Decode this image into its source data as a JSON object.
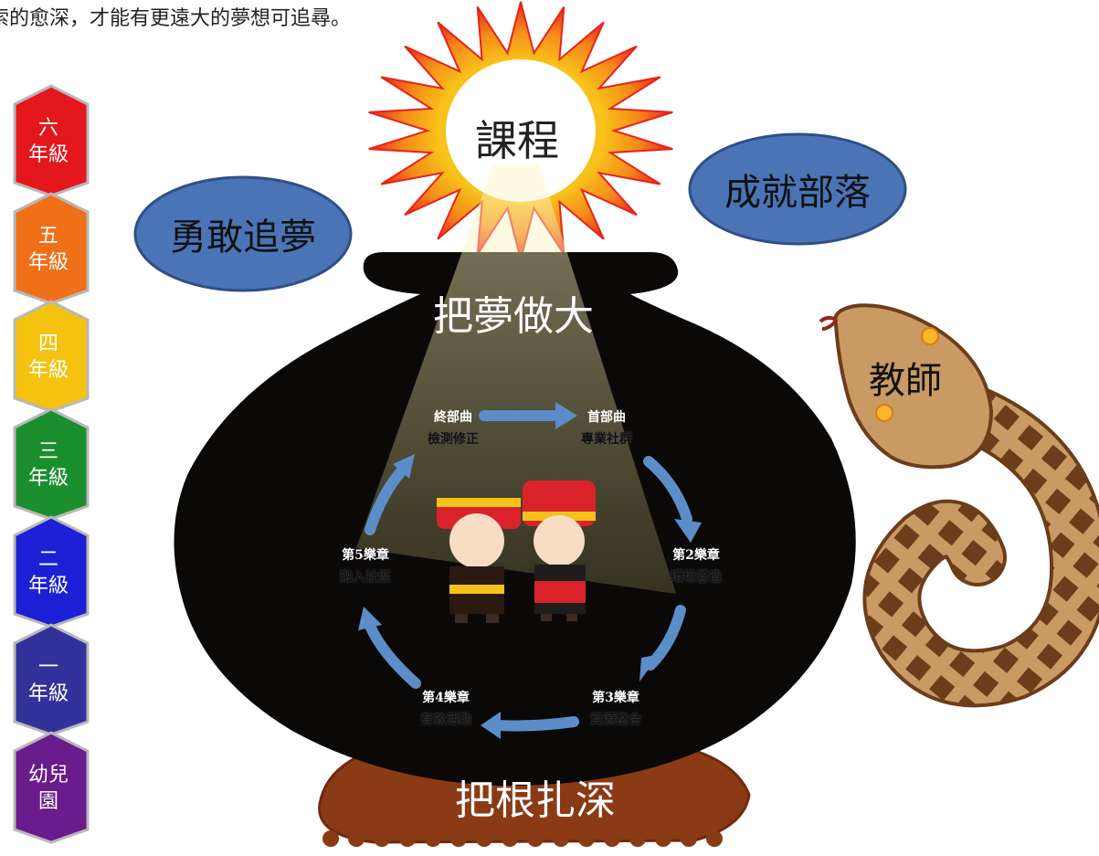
{
  "intro_text": "索的愈深，才能有更遠大的夢想可追尋。",
  "grades": [
    {
      "label": "六\n年級",
      "color": "#e4171c"
    },
    {
      "label": "五\n年級",
      "color": "#f07019"
    },
    {
      "label": "四\n年級",
      "color": "#f5c20f"
    },
    {
      "label": "三\n年級",
      "color": "#1b8f2e"
    },
    {
      "label": "二\n年級",
      "color": "#1c1fd6"
    },
    {
      "label": "一\n年級",
      "color": "#33329a"
    },
    {
      "label": "幼兒\n園",
      "color": "#6a1b8c"
    }
  ],
  "sun_label": "課程",
  "bubbles": {
    "left": "勇敢追夢",
    "right": "成就部落"
  },
  "pot": {
    "top_text": "把夢做大",
    "bottom_text": "把根扎深"
  },
  "snake_label": "教師",
  "cycle": [
    {
      "title": "終部曲",
      "subtitle": "檢測修正"
    },
    {
      "title": "首部曲",
      "subtitle": "專業社群"
    },
    {
      "title": "第2樂章",
      "subtitle": "環境營造"
    },
    {
      "title": "第3樂章",
      "subtitle": "資源整合"
    },
    {
      "title": "第4樂章",
      "subtitle": "有效活動"
    },
    {
      "title": "第5樂章",
      "subtitle": "融入社區"
    }
  ],
  "colors": {
    "pot": "#0b0908",
    "base": "#8b3a16",
    "bubble": "#4a74b6",
    "arrow": "#5b8ec9",
    "snake_body": "#c99a63",
    "sun_outer": "#ef2a1c",
    "sun_inner": "#f7a11a"
  }
}
